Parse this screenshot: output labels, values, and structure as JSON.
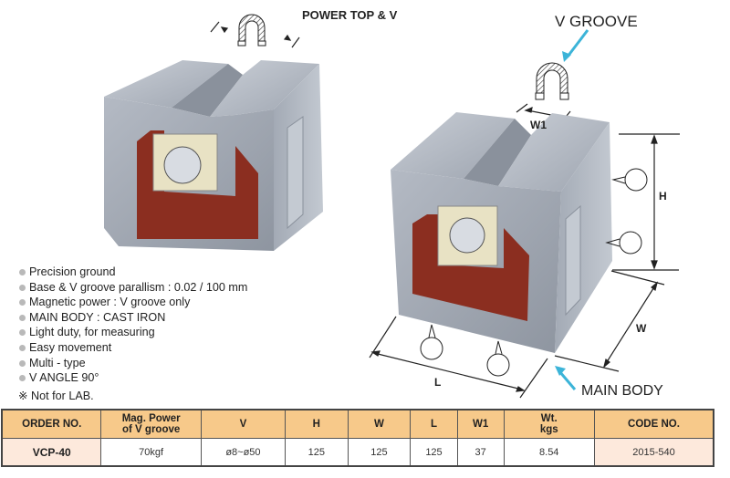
{
  "labels": {
    "power_top": "POWER TOP & V",
    "v_groove": "V GROOVE",
    "main_body": "MAIN BODY",
    "dim_w1": "W1",
    "dim_h": "H",
    "dim_w": "W",
    "dim_l": "L"
  },
  "features": [
    "Precision ground",
    "Base & V groove parallism : 0.02 / 100 mm",
    "Magnetic power : V groove only",
    "MAIN BODY : CAST IRON",
    "Light duty, for measuring",
    "Easy movement",
    "Multi - type",
    "V ANGLE 90°"
  ],
  "note": "※ Not for LAB.",
  "colors": {
    "header_bg": "#f7c98a",
    "highlight_cell": "#fde9dc",
    "arrow_accent": "#3cb4d8",
    "body_red": "#8b2e20",
    "steel": "#a9b0ba"
  },
  "table": {
    "headers": [
      "ORDER NO.",
      "Mag. Power\nof V groove",
      "V",
      "H",
      "W",
      "L",
      "W1",
      "Wt.\nkgs",
      "CODE NO."
    ],
    "header_lines": [
      [
        "ORDER NO."
      ],
      [
        "Mag. Power",
        "of V groove"
      ],
      [
        "V"
      ],
      [
        "H"
      ],
      [
        "W"
      ],
      [
        "L"
      ],
      [
        "W1"
      ],
      [
        "Wt.",
        "kgs"
      ],
      [
        "CODE NO."
      ]
    ],
    "rows": [
      [
        "VCP-40",
        "70kgf",
        "ø8~ø50",
        "125",
        "125",
        "125",
        "37",
        "8.54",
        "2015-540"
      ]
    ]
  }
}
